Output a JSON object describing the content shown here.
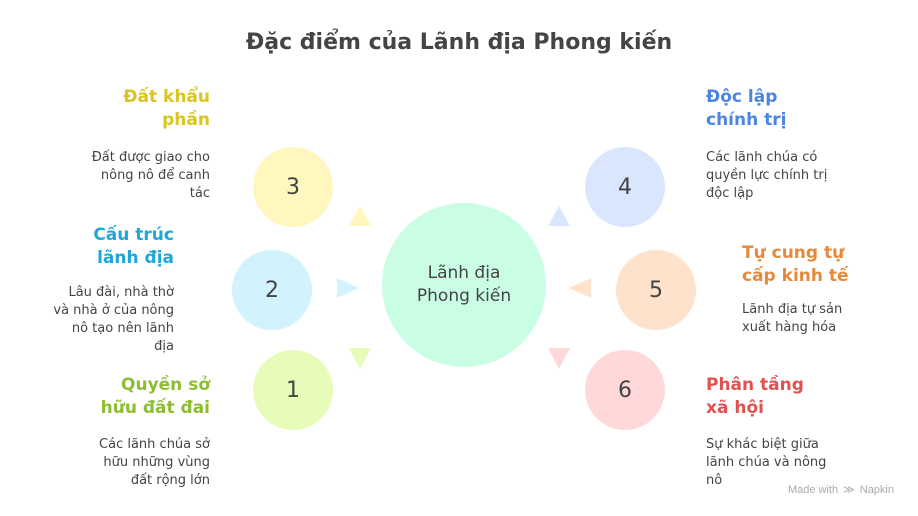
{
  "title": "Đặc điểm của Lãnh địa Phong kiến",
  "center": {
    "label": "Lãnh địa\nPhong kiến",
    "line1": "Lãnh địa",
    "line2": "Phong kiến",
    "color": "#c9fde4"
  },
  "items": [
    {
      "number": "1",
      "title_line1": "Quyền sở",
      "title_line2": "hữu đất đai",
      "desc_lines": [
        "Các lãnh chúa sở",
        "hữu những vùng",
        "đất rộng lớn"
      ],
      "circle_color": "#e6fcb8",
      "title_color": "#8cbd32",
      "arrow": "down"
    },
    {
      "number": "2",
      "title_line1": "Cấu trúc",
      "title_line2": "lãnh địa",
      "desc_lines": [
        "Lâu đài, nhà thờ",
        "và nhà ở của nông",
        "nô tạo nên lãnh",
        "địa"
      ],
      "circle_color": "#d2f2fe",
      "title_color": "#1ea6d9",
      "arrow": "right"
    },
    {
      "number": "3",
      "title_line1": "Đất khẩu",
      "title_line2": "phần",
      "desc_lines": [
        "Đất được giao cho",
        "nông nô để canh",
        "tác"
      ],
      "circle_color": "#fff7be",
      "title_color": "#dcc41e",
      "arrow": "up"
    },
    {
      "number": "4",
      "title_line1": "Độc lập",
      "title_line2": "chính trị",
      "desc_lines": [
        "Các lãnh chúa có",
        "quyền lực chính trị",
        "độc lập"
      ],
      "circle_color": "#dae6fe",
      "title_color": "#4a86e0",
      "arrow": "up"
    },
    {
      "number": "5",
      "title_line1": "Tự cung tự",
      "title_line2": "cấp kinh tế",
      "desc_lines": [
        "Lãnh địa tự sản",
        "xuất hàng hóa"
      ],
      "circle_color": "#fee2cc",
      "title_color": "#e5893a",
      "arrow": "left"
    },
    {
      "number": "6",
      "title_line1": "Phân tầng",
      "title_line2": "xã hội",
      "desc_lines": [
        "Sự khác biệt giữa",
        "lãnh chúa và nông",
        "nô"
      ],
      "circle_color": "#ffd9d9",
      "title_color": "#e05252",
      "arrow": "down"
    }
  ],
  "footer": {
    "made_with": "Made with",
    "brand": "Napkin"
  }
}
